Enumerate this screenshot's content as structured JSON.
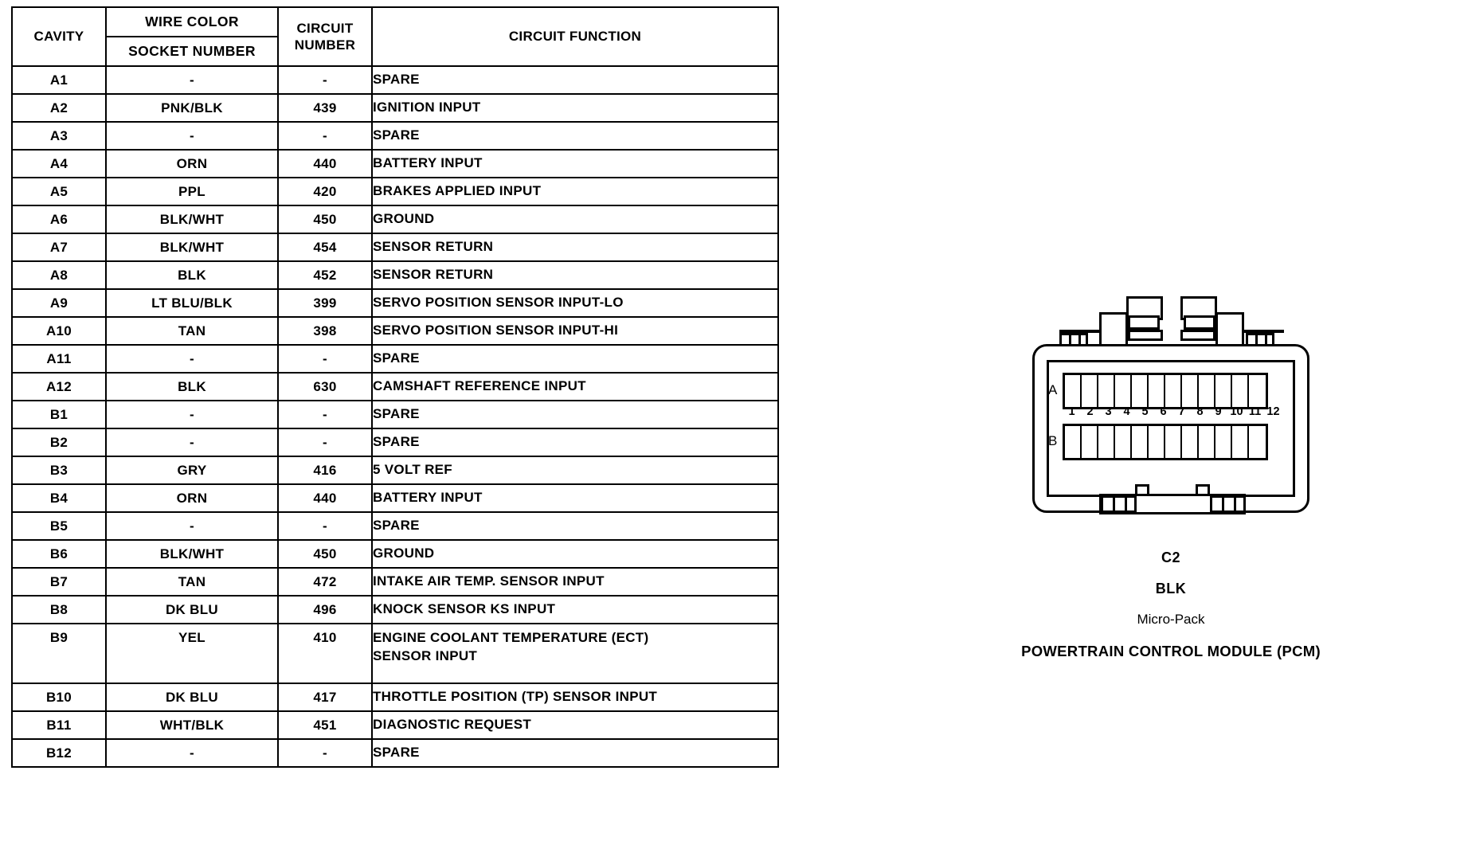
{
  "table": {
    "headers": {
      "cavity": "CAVITY",
      "wire_color": "WIRE COLOR",
      "socket_number": "SOCKET NUMBER",
      "circuit_number_line1": "CIRCUIT",
      "circuit_number_line2": "NUMBER",
      "circuit_function": "CIRCUIT FUNCTION"
    },
    "rows": [
      {
        "cavity": "A1",
        "wire": "-",
        "circuit": "-",
        "function": "SPARE"
      },
      {
        "cavity": "A2",
        "wire": "PNK/BLK",
        "circuit": "439",
        "function": "IGNITION INPUT"
      },
      {
        "cavity": "A3",
        "wire": "-",
        "circuit": "-",
        "function": "SPARE"
      },
      {
        "cavity": "A4",
        "wire": "ORN",
        "circuit": "440",
        "function": "BATTERY INPUT"
      },
      {
        "cavity": "A5",
        "wire": "PPL",
        "circuit": "420",
        "function": "BRAKES APPLIED INPUT"
      },
      {
        "cavity": "A6",
        "wire": "BLK/WHT",
        "circuit": "450",
        "function": "GROUND"
      },
      {
        "cavity": "A7",
        "wire": "BLK/WHT",
        "circuit": "454",
        "function": "SENSOR RETURN"
      },
      {
        "cavity": "A8",
        "wire": "BLK",
        "circuit": "452",
        "function": "SENSOR RETURN"
      },
      {
        "cavity": "A9",
        "wire": "LT BLU/BLK",
        "circuit": "399",
        "function": "SERVO POSITION SENSOR INPUT-LO"
      },
      {
        "cavity": "A10",
        "wire": "TAN",
        "circuit": "398",
        "function": "SERVO POSITION SENSOR INPUT-HI"
      },
      {
        "cavity": "A11",
        "wire": "-",
        "circuit": "-",
        "function": "SPARE"
      },
      {
        "cavity": "A12",
        "wire": "BLK",
        "circuit": "630",
        "function": "CAMSHAFT REFERENCE INPUT"
      },
      {
        "cavity": "B1",
        "wire": "-",
        "circuit": "-",
        "function": "SPARE"
      },
      {
        "cavity": "B2",
        "wire": "-",
        "circuit": "-",
        "function": "SPARE"
      },
      {
        "cavity": "B3",
        "wire": "GRY",
        "circuit": "416",
        "function": "5 VOLT REF"
      },
      {
        "cavity": "B4",
        "wire": "ORN",
        "circuit": "440",
        "function": "BATTERY INPUT"
      },
      {
        "cavity": "B5",
        "wire": "-",
        "circuit": "-",
        "function": "SPARE"
      },
      {
        "cavity": "B6",
        "wire": "BLK/WHT",
        "circuit": "450",
        "function": "GROUND"
      },
      {
        "cavity": "B7",
        "wire": "TAN",
        "circuit": "472",
        "function": "INTAKE AIR TEMP. SENSOR INPUT"
      },
      {
        "cavity": "B8",
        "wire": "DK BLU",
        "circuit": "496",
        "function": "KNOCK SENSOR KS INPUT"
      },
      {
        "cavity": "B9",
        "wire": "YEL",
        "circuit": "410",
        "function": "ENGINE COOLANT TEMPERATURE (ECT)",
        "function_line2": "SENSOR INPUT",
        "tall": true
      },
      {
        "cavity": "B10",
        "wire": "DK BLU",
        "circuit": "417",
        "function": "THROTTLE POSITION (TP) SENSOR INPUT"
      },
      {
        "cavity": "B11",
        "wire": "WHT/BLK",
        "circuit": "451",
        "function": "DIAGNOSTIC REQUEST"
      },
      {
        "cavity": "B12",
        "wire": "-",
        "circuit": "-",
        "function": "SPARE"
      }
    ]
  },
  "connector": {
    "row_a_label": "A",
    "row_b_label": "B",
    "pin_numbers": [
      "1",
      "2",
      "3",
      "4",
      "5",
      "6",
      "7",
      "8",
      "9",
      "10",
      "11",
      "12"
    ],
    "pin_count": 12,
    "caption": {
      "id": "C2",
      "color": "BLK",
      "type": "Micro-Pack",
      "module": "POWERTRAIN CONTROL MODULE (PCM)"
    }
  },
  "colors": {
    "ink": "#000000",
    "paper": "#ffffff"
  }
}
